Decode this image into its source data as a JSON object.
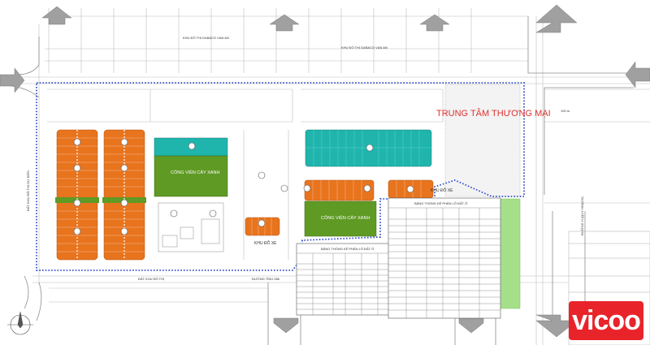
{
  "labels": {
    "top_road_left": "KHU ĐÔ THỊ DABACO VẠN AN",
    "top_road_right": "KHU ĐÔ THỊ DABACO VẠN AN",
    "left_road": "ĐẤT KHU ĐÔ THỊ DỰ KIẾN",
    "bottom_road_left": "ĐẤT KHU ĐÔ THỊ",
    "bottom_road_right": "ĐƯỜNG TỈNH 286",
    "right_road": "ĐƯỜNG H (QUY HOẠCH)",
    "road_width": "100 m",
    "commercial": "TRUNG TÂM THƯƠNG MẠI",
    "park_1": "CÔNG VIÊN CÂY XANH",
    "park_2": "CÔNG VIÊN CÂY XANH",
    "parking_1": "KHU ĐỖ XE",
    "parking_2": "KHU ĐỖ XE",
    "table_1_title": "BẢNG THỐNG KÊ PHÂN LÔ ĐẤT Ở",
    "table_2_title": "BẢNG THỐNG KÊ PHÂN LÔ ĐẤT Ở",
    "logo": "vicoo"
  },
  "colors": {
    "residential": "#e8741e",
    "commercial_block": "#1fb5ad",
    "park": "#5f9a24",
    "green_strip": "#a6df8a",
    "boundary": "#2b47c9",
    "commercial_text": "#e03030",
    "logo_bg": "#e8242a"
  },
  "icons": {
    "arrows": "arrow-icon",
    "compass": "compass-icon"
  }
}
